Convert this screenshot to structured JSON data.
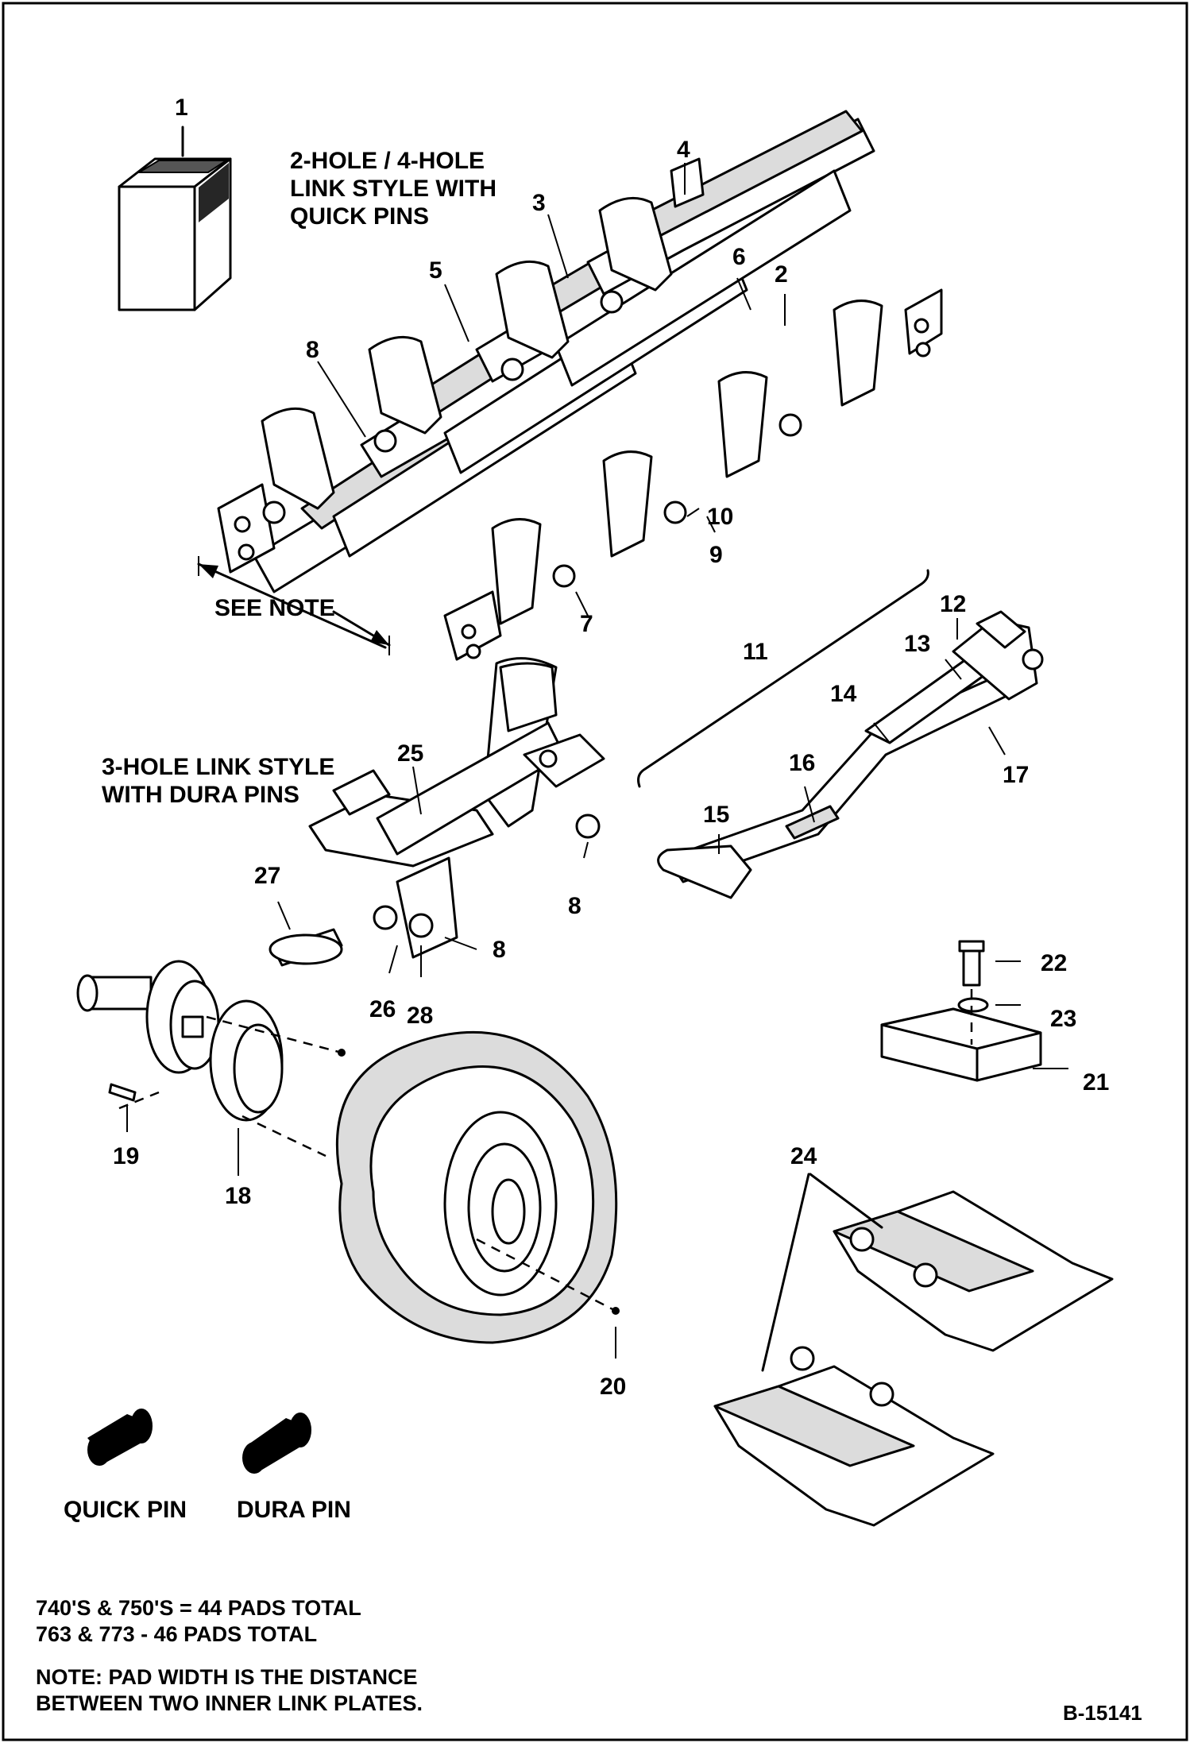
{
  "labels": {
    "l1": "1",
    "l2": "2",
    "l3": "3",
    "l4": "4",
    "l5": "5",
    "l6": "6",
    "l7": "7",
    "l8a": "8",
    "l8b": "8",
    "l8c": "8",
    "l9": "9",
    "l10": "10",
    "l11": "11",
    "l12": "12",
    "l13": "13",
    "l14": "14",
    "l15": "15",
    "l16": "16",
    "l17": "17",
    "l18": "18",
    "l19": "19",
    "l20": "20",
    "l21": "21",
    "l22": "22",
    "l23": "23",
    "l24": "24",
    "l25": "25",
    "l26": "26",
    "l27": "27",
    "l28": "28"
  },
  "captions": {
    "link_2_4": [
      "2-HOLE / 4-HOLE",
      "LINK STYLE WITH",
      "QUICK PINS"
    ],
    "link_3": [
      "3-HOLE LINK STYLE",
      "WITH DURA PINS"
    ],
    "see_note": "SEE NOTE",
    "quick_pin": "QUICK PIN",
    "dura_pin": "DURA PIN"
  },
  "notes": {
    "pads_1": "740'S & 750'S = 44 PADS TOTAL",
    "pads_2": "763 & 773 - 46 PADS TOTAL",
    "note_1": "NOTE:  PAD WIDTH IS THE DISTANCE",
    "note_2": "BETWEEN TWO INNER LINK PLATES."
  },
  "drawing_number": "B-15141"
}
